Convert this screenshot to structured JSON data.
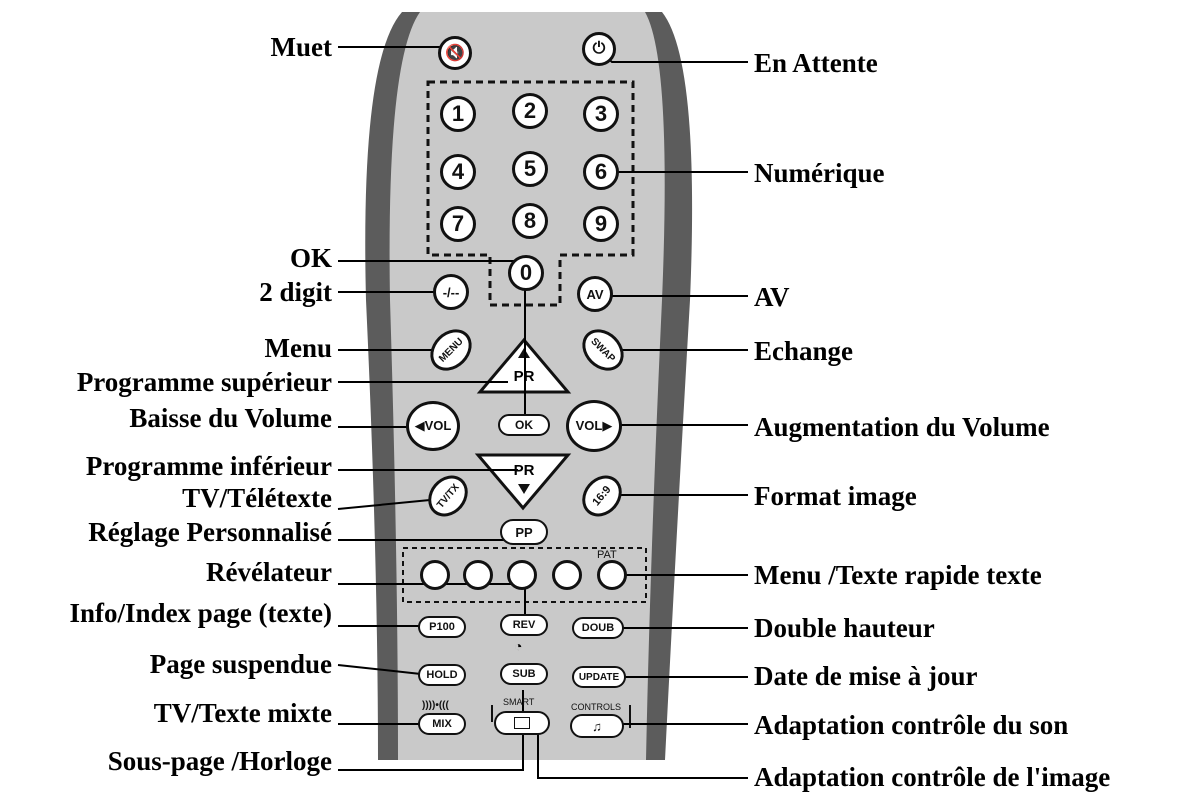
{
  "labels_left": {
    "muet": "Muet",
    "ok": "OK",
    "two_digit": "2 digit",
    "menu": "Menu",
    "prog_sup": "Programme supérieur",
    "baisse_volume": "Baisse du Volume",
    "prog_inf": "Programme inférieur",
    "tv_teletexte": "TV/Télétexte",
    "reglage_perso": "Réglage Personnalisé",
    "revelateur": "Révélateur",
    "info_index": "Info/Index page (texte)",
    "page_suspendue": "Page suspendue",
    "tv_texte_mixte": "TV/Texte mixte",
    "sous_page": "Sous-page /Horloge"
  },
  "labels_right": {
    "en_attente": "En Attente",
    "numerique": "Numérique",
    "av": "AV",
    "echange": "Echange",
    "augmentation_volume": "Augmentation du Volume",
    "format_image": "Format image",
    "menu_texte_rapide": "Menu /Texte rapide texte",
    "double_hauteur": "Double hauteur",
    "date_maj": "Date de mise à jour",
    "adaptation_son": "Adaptation contrôle du son",
    "adaptation_image": "Adaptation contrôle de l'image"
  },
  "buttons": {
    "digits": [
      "1",
      "2",
      "3",
      "4",
      "5",
      "6",
      "7",
      "8",
      "9"
    ],
    "zero": "0",
    "two_digit": "-/--",
    "av": "AV",
    "menu": "MENU",
    "swap": "SWAP",
    "pr": "PR",
    "vol_down": "◀VOL",
    "ok": "OK",
    "vol_up": "VOL▶",
    "tv_tx": "TV/TX",
    "ratio": "16:9",
    "pp": "PP",
    "pat": "PAT",
    "p100": "P100",
    "rev": "REV",
    "doub": "DOUB",
    "hold": "HOLD",
    "sub": "SUB",
    "update": "UPDATE",
    "mix": "MIX",
    "mix_symbol": "))))•(((",
    "smart": "SMART",
    "controls": "CONTROLS"
  },
  "colors": {
    "remote_body": "#5c5c5c",
    "remote_panel": "#c9c9c9",
    "line": "#000000"
  }
}
